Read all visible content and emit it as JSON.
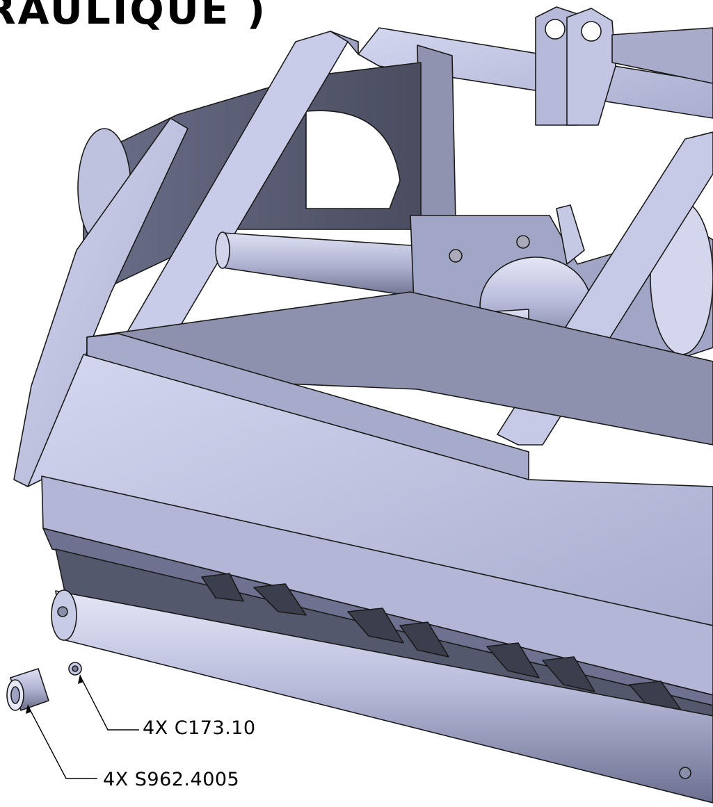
{
  "title": "RAULIQUE )",
  "callouts": [
    {
      "quantity": "4X",
      "part": "C173.10",
      "label": "4X C173.10"
    },
    {
      "quantity": "4X",
      "part": "S962.4005",
      "label": "4X S962.4005"
    }
  ],
  "colors": {
    "metal_light": "#c4c8e6",
    "metal_mid": "#9a9ec0",
    "metal_dark": "#5f6378",
    "outline": "#1a1a1a",
    "background": "#ffffff"
  }
}
